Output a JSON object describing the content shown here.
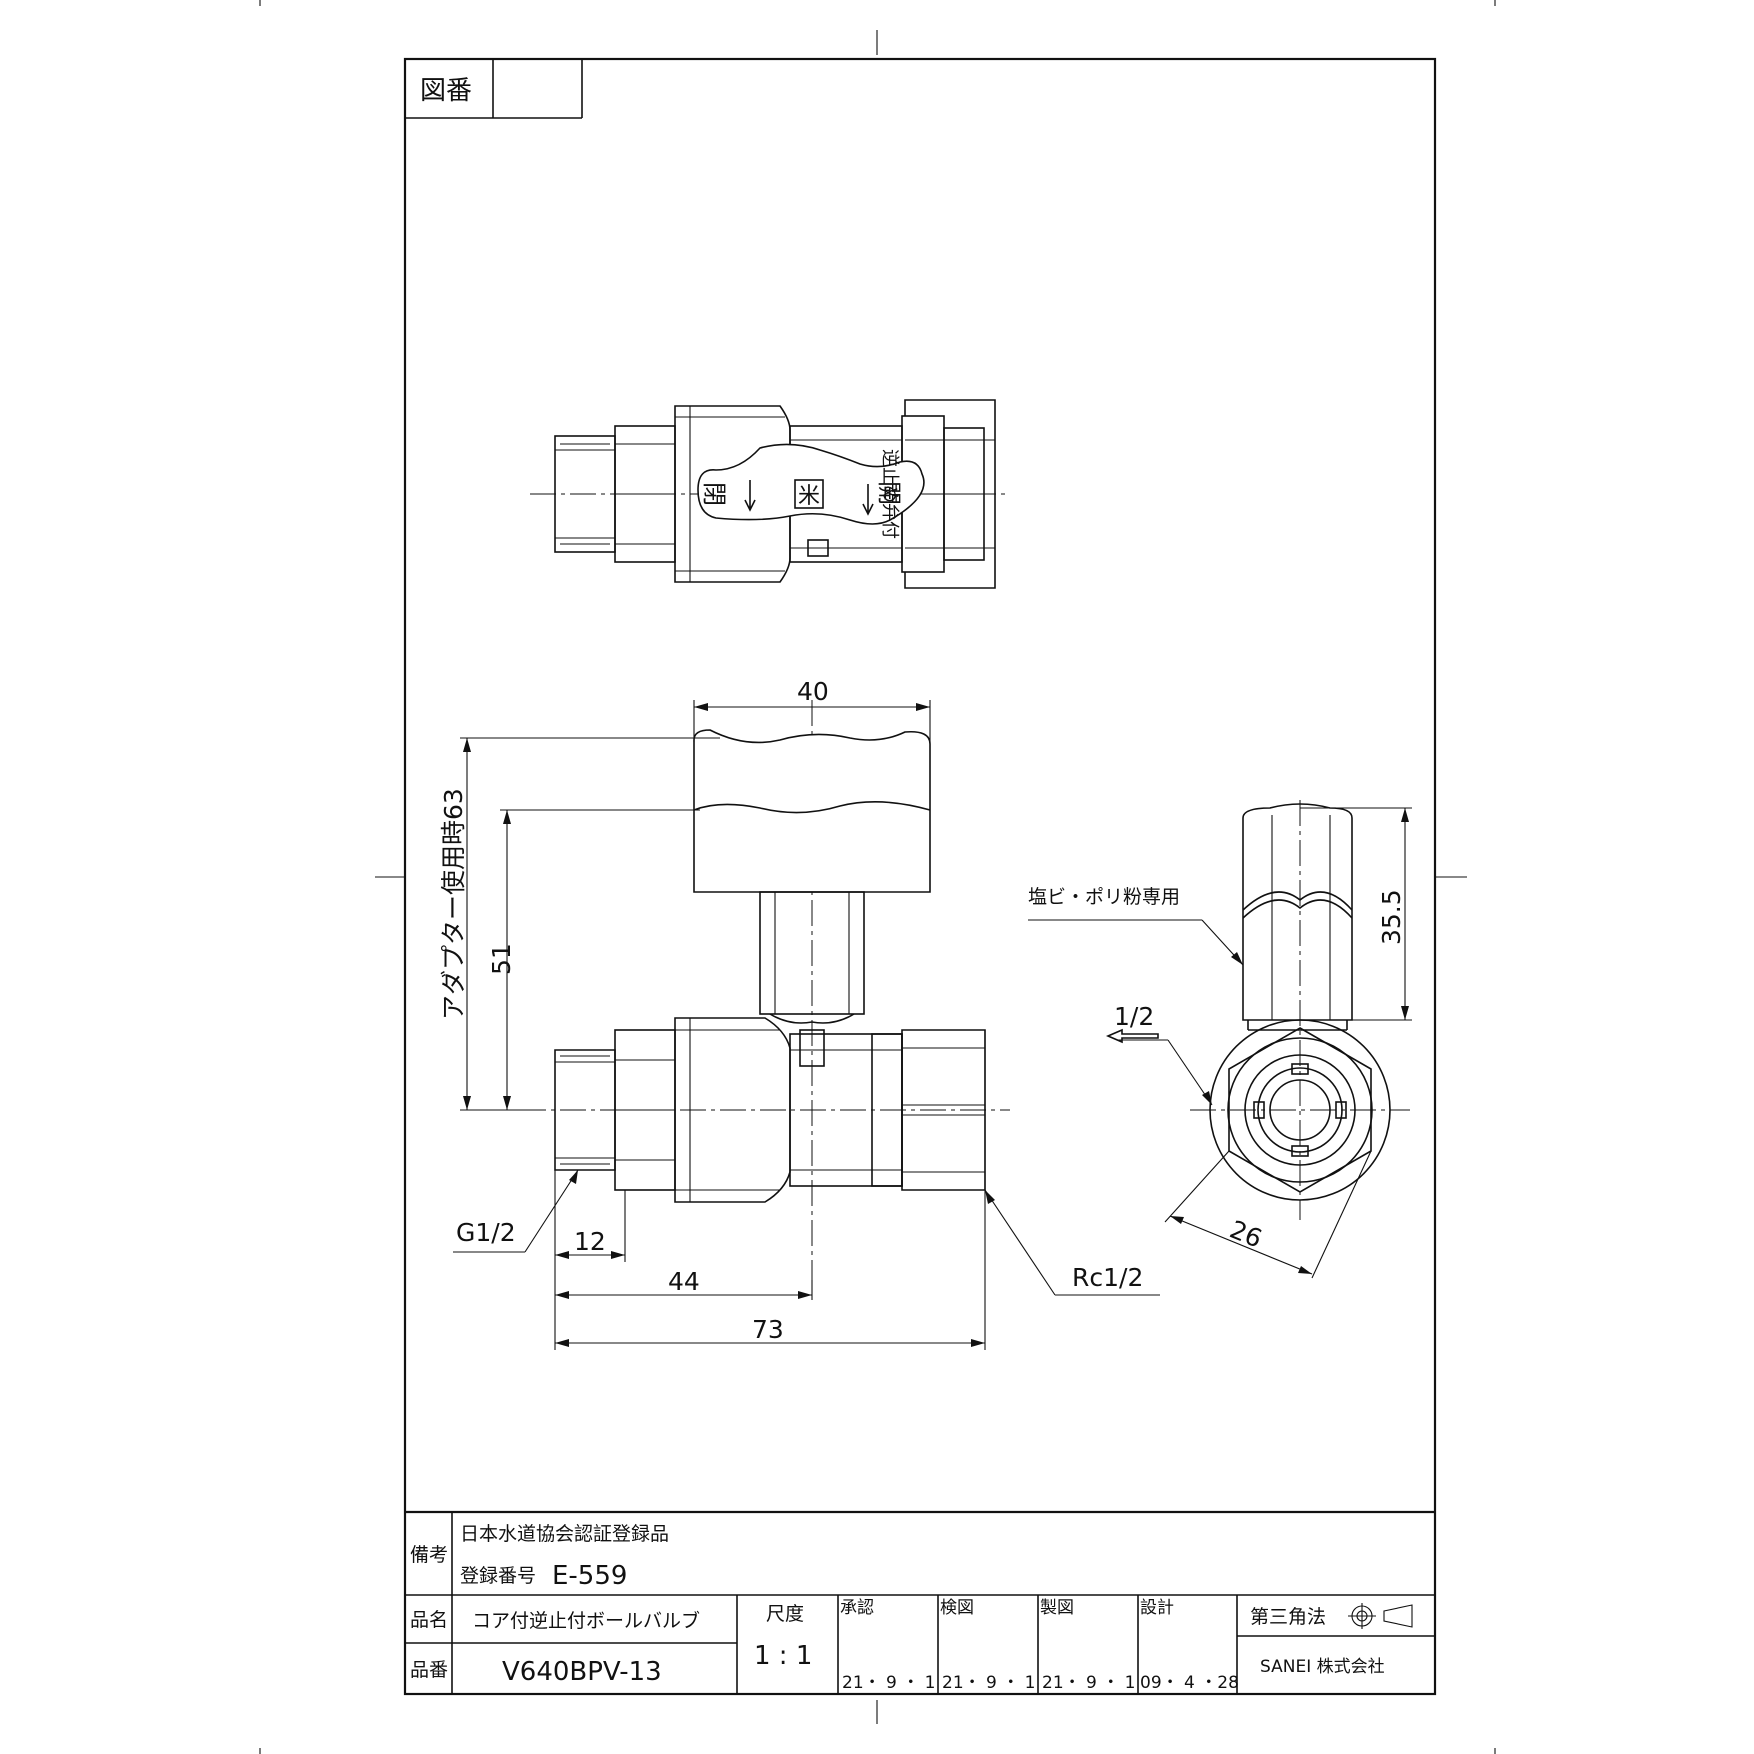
{
  "drawing_no_label": "図番",
  "drawing_no_value": "",
  "notes": {
    "label": "備考",
    "line1": "日本水道協会認証登録品",
    "line2_label": "登録番号",
    "line2_value": "E-559"
  },
  "product_name": {
    "label": "品名",
    "value": "コア付逆止付ボールバルブ"
  },
  "product_no": {
    "label": "品番",
    "value": "V640BPV-13"
  },
  "scale": {
    "label": "尺度",
    "value": "1 : 1"
  },
  "approvals": [
    {
      "label": "承認",
      "date": "21・ 9 ・ 1"
    },
    {
      "label": "検図",
      "date": "21・ 9 ・ 1"
    },
    {
      "label": "製図",
      "date": "21・ 9 ・ 1"
    },
    {
      "label": "設計",
      "date": "09・ 4 ・28"
    }
  ],
  "projection": "第三角法",
  "company": "SANEI 株式会社",
  "handle_labels": {
    "close_left": "閉",
    "open_right": "開",
    "mark": "米",
    "check_text": "逆止め弁付"
  },
  "dimensions": {
    "handle_width": "40",
    "adapter_height": "アダプター使用時63",
    "stem_height": "51",
    "thread_male": "G1/2",
    "thread_len": "12",
    "center_len": "44",
    "total_len": "73",
    "thread_female": "Rc1/2",
    "side_height": "35.5",
    "hex_across": "26",
    "flow_size": "1/2",
    "pvc_note": "塩ビ・ポリ粉専用"
  }
}
